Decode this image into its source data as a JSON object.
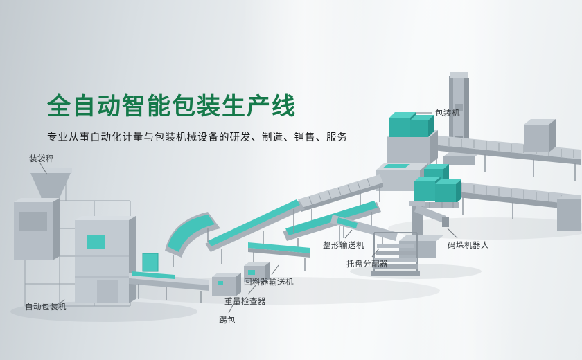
{
  "hero": {
    "title": "全自动智能包装生产线",
    "subtitle": "专业从事自动化计量与包装机械设备的研发、制造、销售、服务"
  },
  "colors": {
    "title_green": "#15794a",
    "accent_teal": "#45c6bc",
    "machine_gray": "#b9c1c8",
    "background_light": "#edf0f2"
  },
  "machine_labels": [
    {
      "id": "bagging-scale",
      "text": "装袋秤"
    },
    {
      "id": "packaging-machine",
      "text": "包装机"
    },
    {
      "id": "shaping-conveyor",
      "text": "整形输送机"
    },
    {
      "id": "pallet-distributor",
      "text": "托盘分配器"
    },
    {
      "id": "palletizing-robot",
      "text": "码垛机器人"
    },
    {
      "id": "return-conveyor",
      "text": "回料器输送机"
    },
    {
      "id": "weight-checker",
      "text": "重量检查器"
    },
    {
      "id": "kick-bag",
      "text": "踢包"
    },
    {
      "id": "auto-packing-machine",
      "text": "自动包装机"
    }
  ]
}
